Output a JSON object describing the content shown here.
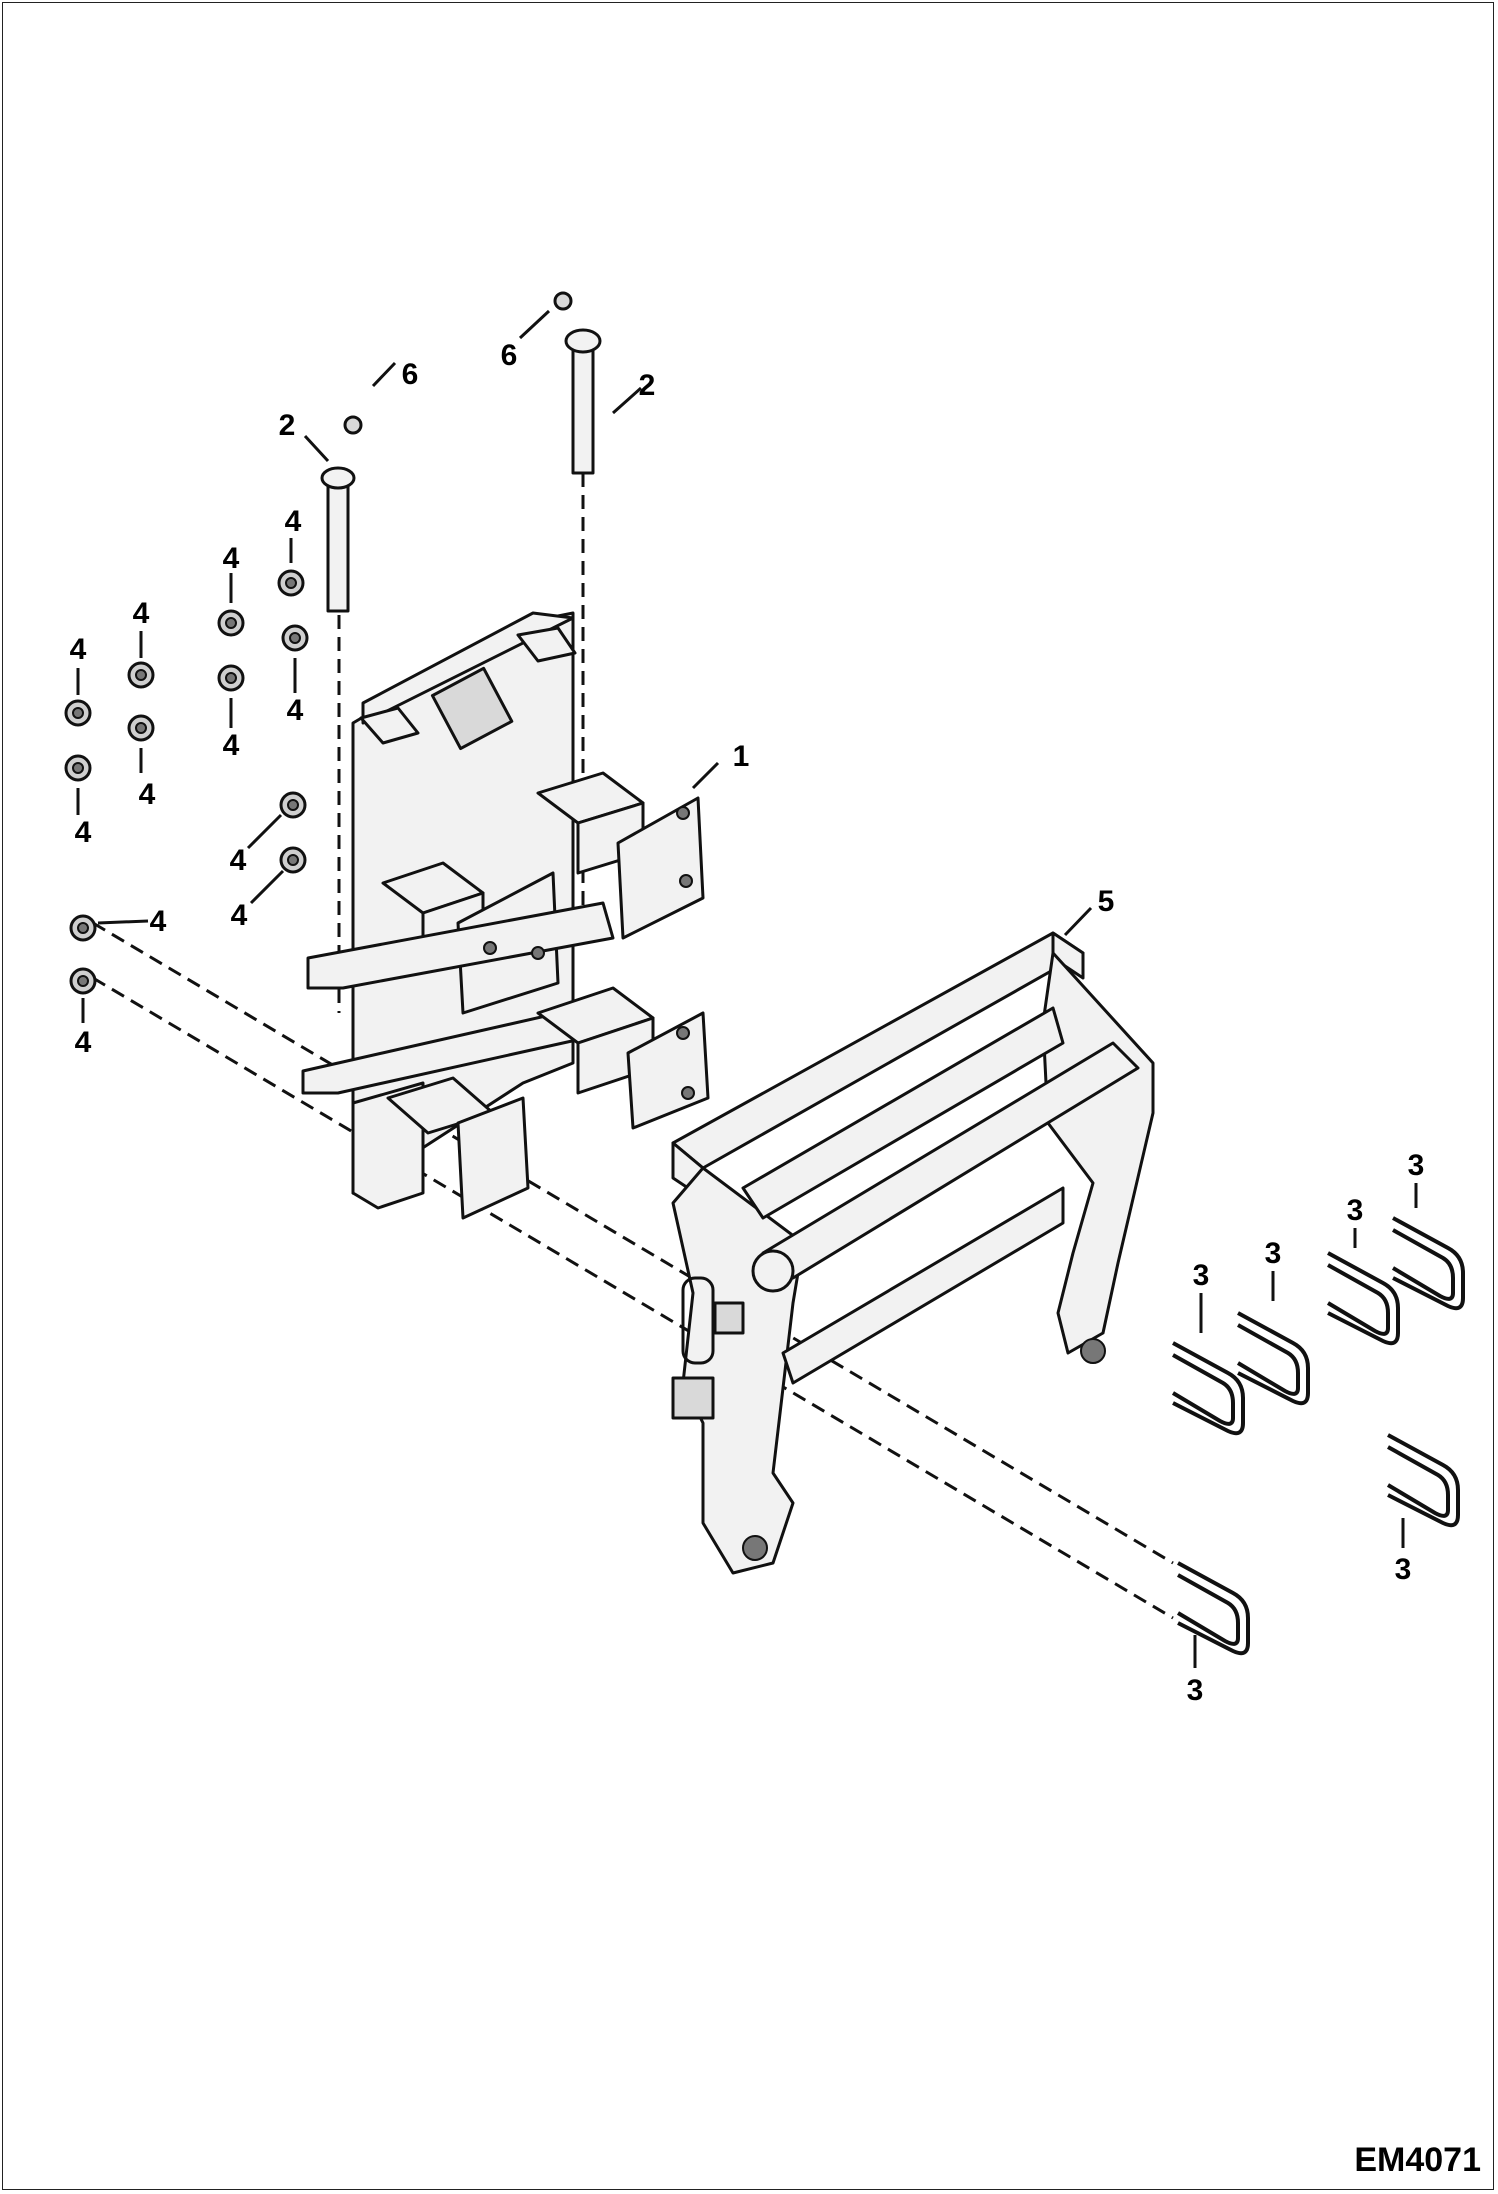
{
  "figure": {
    "figure_code": "EM4071",
    "callouts": {
      "mount_plate": "1",
      "pin": "2",
      "u_bolt": "3",
      "nut": "4",
      "frame": "5",
      "retainer": "6"
    }
  }
}
